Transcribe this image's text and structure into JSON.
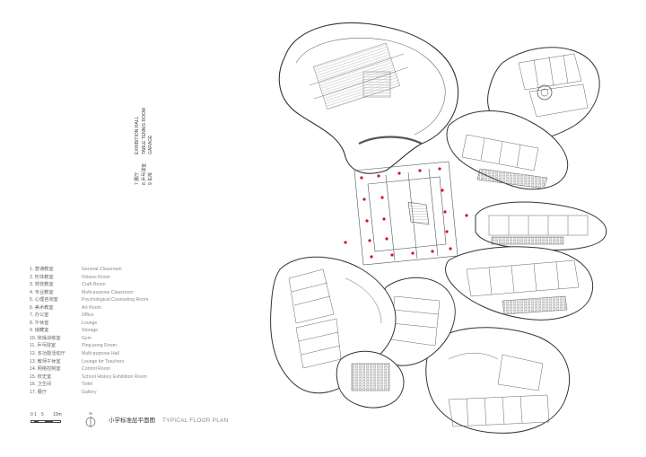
{
  "legend": {
    "items": [
      {
        "cn": "1. 普通教室",
        "en": "General Classroom"
      },
      {
        "cn": "2. 形体教室",
        "en": "Fitness Room"
      },
      {
        "cn": "3. 劳技教室",
        "en": "Craft Room"
      },
      {
        "cn": "4. 专业教室",
        "en": "Multi-purpose Classroom"
      },
      {
        "cn": "5. 心理咨询室",
        "en": "Psychological Counseling Room"
      },
      {
        "cn": "6. 美术教室",
        "en": "Art Room"
      },
      {
        "cn": "7. 办公室",
        "en": "Office"
      },
      {
        "cn": "8. 午休室",
        "en": "Lounge"
      },
      {
        "cn": "9. 储藏室",
        "en": "Storage"
      },
      {
        "cn": "10. 体操训练室",
        "en": "Gym"
      },
      {
        "cn": "11. 乒乓球室",
        "en": "Ping-pong Room"
      },
      {
        "cn": "12. 多功能活动厅",
        "en": "Multi-purpose Hall"
      },
      {
        "cn": "13. 教师午休室",
        "en": "Lounge for Teachers"
      },
      {
        "cn": "14. 网络控制室",
        "en": "Control Room"
      },
      {
        "cn": "15. 校史室",
        "en": "School History Exhibition Room"
      },
      {
        "cn": "16. 卫生间",
        "en": "Toilet"
      },
      {
        "cn": "17. 展厅",
        "en": "Gallery"
      }
    ]
  },
  "rotated_legend": {
    "items": [
      {
        "cn": "7 展厅",
        "en": "EXHIBITION HALL"
      },
      {
        "cn": "8 乒乓球室",
        "en": "TABLE TENNIS ROOM"
      },
      {
        "cn": "9 车库",
        "en": "GARAGE"
      }
    ]
  },
  "title": {
    "cn": "小学标准层平面图",
    "en": "TYPICAL FLOOR PLAN"
  },
  "scale": {
    "t0": "0",
    "t1": "1",
    "t5": "5",
    "t10": "10m"
  },
  "north": {
    "label": "N"
  },
  "colors": {
    "line": "#3a3a3a",
    "thin": "#9a9a9a",
    "column": "#d4141c"
  }
}
